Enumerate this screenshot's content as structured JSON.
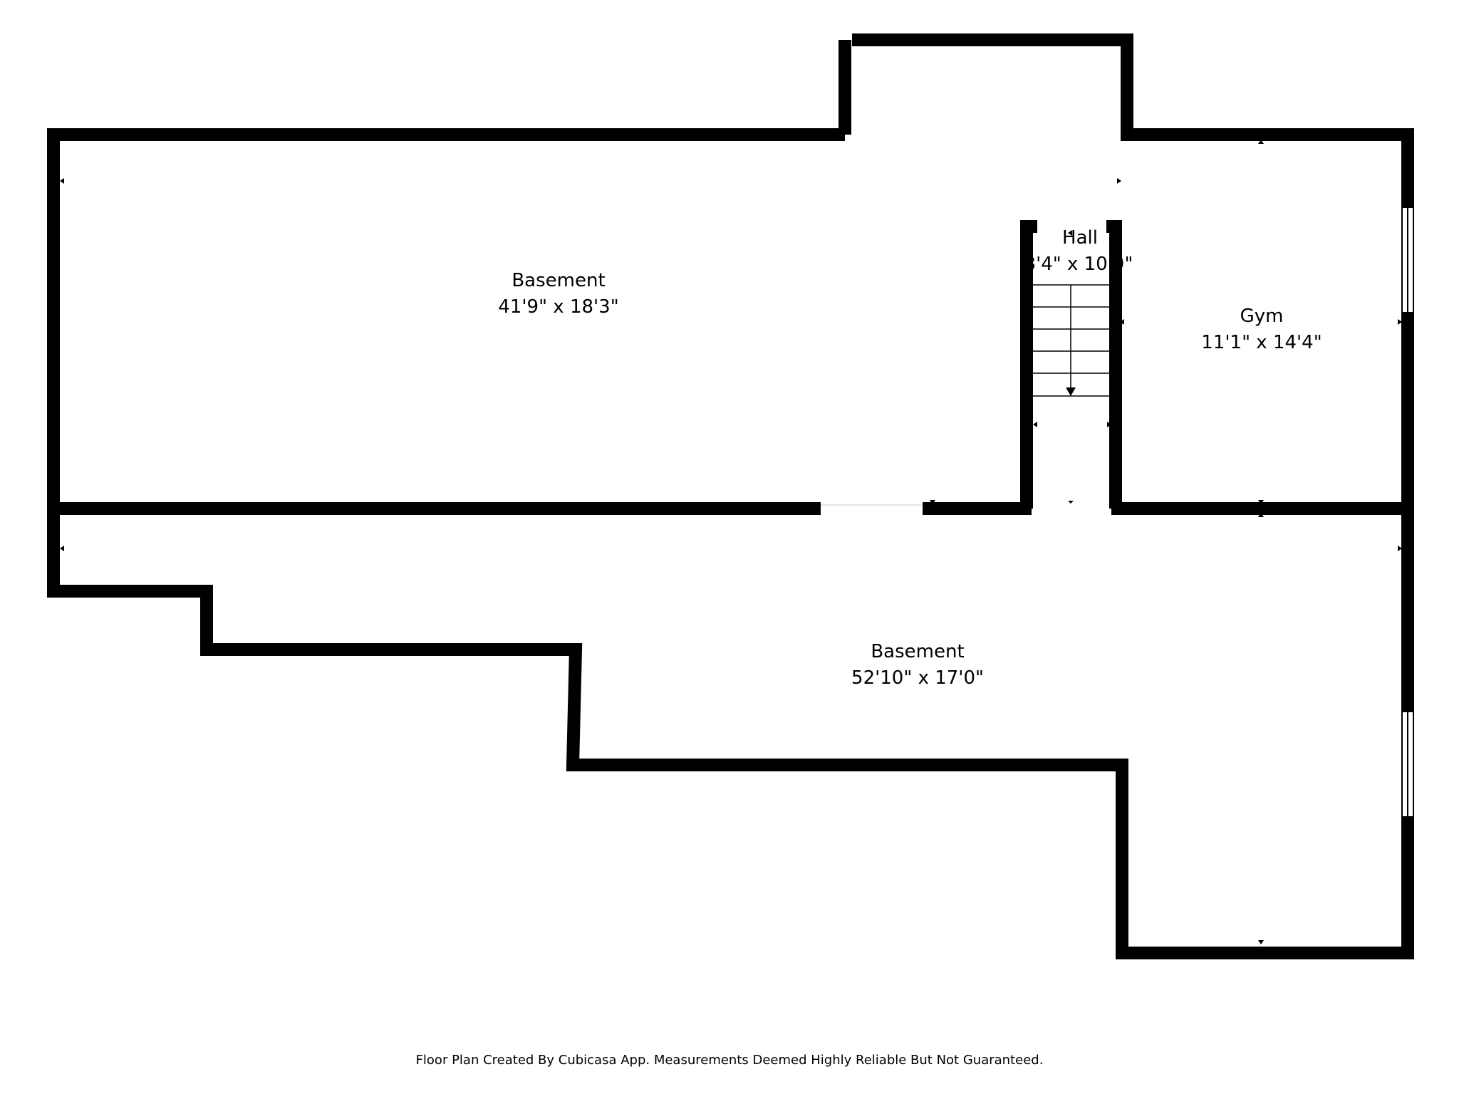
{
  "rooms": {
    "basement_upper": {
      "name": "Basement",
      "size": "41'9\" x 18'3\""
    },
    "hall": {
      "name": "Hall",
      "size": "3'4\" x 10'9\""
    },
    "gym": {
      "name": "Gym",
      "size": "11'1\" x 14'4\""
    },
    "basement_lower": {
      "name": "Basement",
      "size": "52'10\" x 17'0\""
    }
  },
  "footer": "Floor Plan Created By Cubicasa App. Measurements Deemed Highly Reliable But Not Guaranteed.",
  "colors": {
    "wall": "#000000",
    "background": "#ffffff"
  }
}
